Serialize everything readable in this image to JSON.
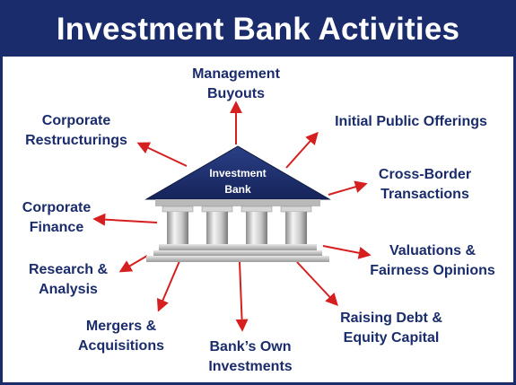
{
  "title": "Investment Bank Activities",
  "bank_label": [
    "Investment",
    "Bank"
  ],
  "colors": {
    "banner": "#1a2c6b",
    "text": "#1a2c6b",
    "arrow": "#d61f1f"
  },
  "activities": [
    {
      "id": "management-buyouts",
      "lines": [
        "Management",
        "Buyouts"
      ]
    },
    {
      "id": "initial-public-offerings",
      "lines": [
        "Initial Public Offerings"
      ]
    },
    {
      "id": "cross-border-transactions",
      "lines": [
        "Cross-Border",
        "Transactions"
      ]
    },
    {
      "id": "valuations-fairness-opinions",
      "lines": [
        "Valuations &",
        "Fairness Opinions"
      ]
    },
    {
      "id": "raising-debt-equity-capital",
      "lines": [
        "Raising Debt &",
        "Equity Capital"
      ]
    },
    {
      "id": "banks-own-investments",
      "lines": [
        "Bank’s Own",
        "Investments"
      ]
    },
    {
      "id": "mergers-acquisitions",
      "lines": [
        "Mergers &",
        "Acquisitions"
      ]
    },
    {
      "id": "research-analysis",
      "lines": [
        "Research &",
        "Analysis"
      ]
    },
    {
      "id": "corporate-finance",
      "lines": [
        "Corporate",
        "Finance"
      ]
    },
    {
      "id": "corporate-restructurings",
      "lines": [
        "Corporate",
        "Restructurings"
      ]
    }
  ]
}
